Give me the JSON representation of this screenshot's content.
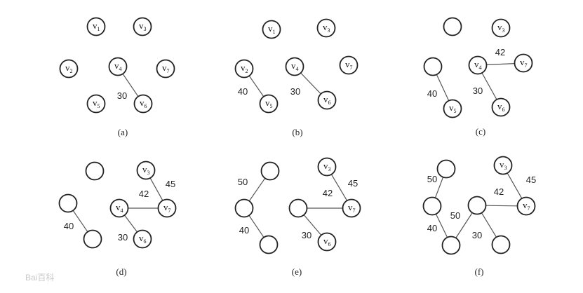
{
  "panels": [
    {
      "caption": "(a)",
      "nodes": [
        {
          "id": "v1",
          "label": "v",
          "sub": "1"
        },
        {
          "id": "v3",
          "label": "v",
          "sub": "3"
        },
        {
          "id": "v2",
          "label": "v",
          "sub": "2"
        },
        {
          "id": "v4",
          "label": "v",
          "sub": "4"
        },
        {
          "id": "v7",
          "label": "v",
          "sub": "7"
        },
        {
          "id": "v5",
          "label": "v",
          "sub": "5"
        },
        {
          "id": "v6",
          "label": "v",
          "sub": "6"
        }
      ],
      "edges": [
        {
          "from": "v4",
          "to": "v6",
          "weight": "30"
        }
      ]
    },
    {
      "caption": "(b)",
      "nodes": [
        {
          "id": "v1",
          "label": "v",
          "sub": "1"
        },
        {
          "id": "v3",
          "label": "v",
          "sub": "3"
        },
        {
          "id": "v2",
          "label": "v",
          "sub": "2"
        },
        {
          "id": "v4",
          "label": "v",
          "sub": "4"
        },
        {
          "id": "v7",
          "label": "v",
          "sub": "7"
        },
        {
          "id": "v5",
          "label": "v",
          "sub": "5"
        },
        {
          "id": "v6",
          "label": "v",
          "sub": "6"
        }
      ],
      "edges": [
        {
          "from": "v2",
          "to": "v5",
          "weight": "40"
        },
        {
          "from": "v4",
          "to": "v6",
          "weight": "30"
        }
      ]
    },
    {
      "caption": "(c)",
      "nodes": [
        {
          "id": "a",
          "label": "",
          "sub": ""
        },
        {
          "id": "v3",
          "label": "v",
          "sub": "3"
        },
        {
          "id": "b",
          "label": "",
          "sub": ""
        },
        {
          "id": "v4",
          "label": "v",
          "sub": "4"
        },
        {
          "id": "v7",
          "label": "v",
          "sub": "7"
        },
        {
          "id": "v5",
          "label": "v",
          "sub": "5"
        },
        {
          "id": "v6",
          "label": "v",
          "sub": "6"
        }
      ],
      "edges": [
        {
          "from": "b",
          "to": "v5",
          "weight": "40"
        },
        {
          "from": "v4",
          "to": "v6",
          "weight": "30"
        },
        {
          "from": "v4",
          "to": "v7",
          "weight": "42"
        }
      ]
    },
    {
      "caption": "(d)",
      "nodes": [
        {
          "id": "a",
          "label": "",
          "sub": ""
        },
        {
          "id": "v3",
          "label": "v",
          "sub": "3"
        },
        {
          "id": "b",
          "label": "",
          "sub": ""
        },
        {
          "id": "v4",
          "label": "v",
          "sub": "4"
        },
        {
          "id": "v7",
          "label": "v",
          "sub": "7"
        },
        {
          "id": "c",
          "label": "",
          "sub": ""
        },
        {
          "id": "v6",
          "label": "v",
          "sub": "6"
        }
      ],
      "edges": [
        {
          "from": "b",
          "to": "c",
          "weight": "40"
        },
        {
          "from": "v4",
          "to": "v6",
          "weight": "30"
        },
        {
          "from": "v4",
          "to": "v7",
          "weight": "42"
        },
        {
          "from": "v3",
          "to": "v7",
          "weight": "45"
        }
      ]
    },
    {
      "caption": "(e)",
      "nodes": [
        {
          "id": "a",
          "label": "",
          "sub": ""
        },
        {
          "id": "v3",
          "label": "v",
          "sub": "3"
        },
        {
          "id": "b",
          "label": "",
          "sub": ""
        },
        {
          "id": "d",
          "label": "",
          "sub": ""
        },
        {
          "id": "v7",
          "label": "v",
          "sub": "7"
        },
        {
          "id": "c",
          "label": "",
          "sub": ""
        },
        {
          "id": "v6",
          "label": "v",
          "sub": "6"
        }
      ],
      "edges": [
        {
          "from": "a",
          "to": "b",
          "weight": "50"
        },
        {
          "from": "b",
          "to": "c",
          "weight": "40"
        },
        {
          "from": "d",
          "to": "v6",
          "weight": "30"
        },
        {
          "from": "d",
          "to": "v7",
          "weight": "42"
        },
        {
          "from": "v3",
          "to": "v7",
          "weight": "45"
        }
      ]
    },
    {
      "caption": "(f)",
      "nodes": [
        {
          "id": "a",
          "label": "",
          "sub": ""
        },
        {
          "id": "v3",
          "label": "v",
          "sub": "3"
        },
        {
          "id": "b",
          "label": "",
          "sub": ""
        },
        {
          "id": "d",
          "label": "",
          "sub": ""
        },
        {
          "id": "v7",
          "label": "v",
          "sub": "7"
        },
        {
          "id": "c",
          "label": "",
          "sub": ""
        },
        {
          "id": "e",
          "label": "",
          "sub": ""
        }
      ],
      "edges": [
        {
          "from": "a",
          "to": "b",
          "weight": "50"
        },
        {
          "from": "b",
          "to": "c",
          "weight": "40"
        },
        {
          "from": "c",
          "to": "d",
          "weight": "50"
        },
        {
          "from": "d",
          "to": "e",
          "weight": "30"
        },
        {
          "from": "d",
          "to": "v7",
          "weight": "42"
        },
        {
          "from": "v3",
          "to": "v7",
          "weight": "45"
        }
      ]
    }
  ],
  "watermark": "Bai百科"
}
